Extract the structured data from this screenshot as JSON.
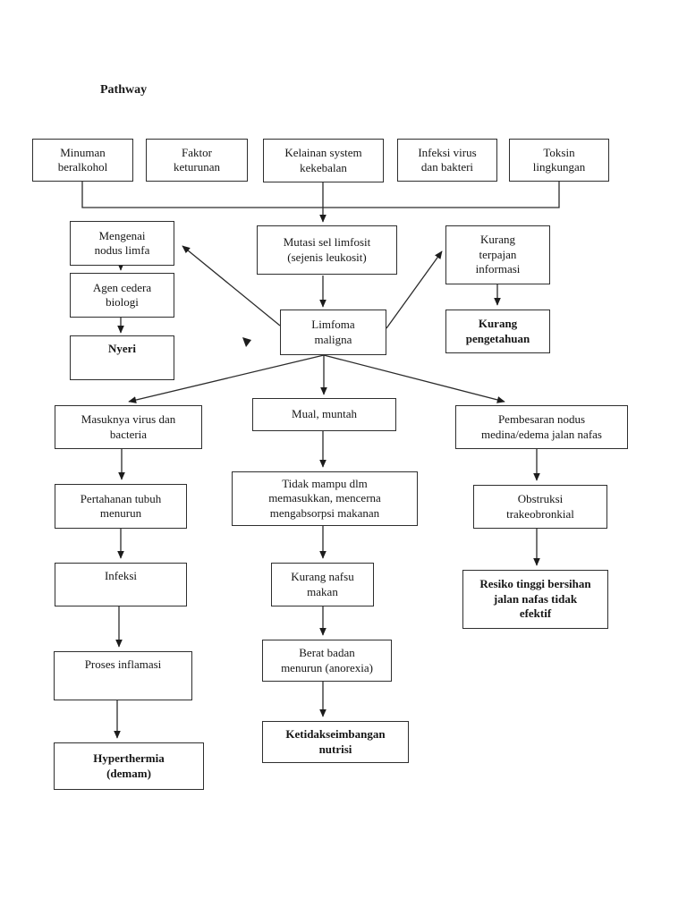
{
  "title": "Pathway",
  "diagram": {
    "nodes": {
      "minuman": {
        "label": "Minuman\nberalkohol"
      },
      "faktor": {
        "label": "Faktor\nketurunan"
      },
      "kelainan": {
        "label": "Kelainan system\nkekebalan"
      },
      "infeksi_virus": {
        "label": "Infeksi virus\ndan bakteri"
      },
      "toksin": {
        "label": "Toksin\nlingkungan"
      },
      "mengenai": {
        "label": "Mengenai\nnodus limfa"
      },
      "mutasi": {
        "label": "Mutasi sel limfosit\n(sejenis leukosit)"
      },
      "kurang_terpajan": {
        "label": "Kurang\nterpajan\ninformasi"
      },
      "agen": {
        "label": "Agen cedera\nbiologi"
      },
      "limfoma": {
        "label": "Limfoma\nmaligna"
      },
      "kurang_pengetahuan": {
        "label": "Kurang\npengetahuan"
      },
      "nyeri": {
        "label": "Nyeri"
      },
      "masuknya": {
        "label": "Masuknya virus dan\nbacteria"
      },
      "mual": {
        "label": "Mual, muntah"
      },
      "pembesaran": {
        "label": "Pembesaran nodus\nmedina/edema jalan nafas"
      },
      "pertahanan": {
        "label": "Pertahanan tubuh\nmenurun"
      },
      "tidak_mampu": {
        "label": "Tidak mampu dlm\nmemasukkan, mencerna\nmengabsorpsi makanan"
      },
      "obstruksi": {
        "label": "Obstruksi\ntrakeobronkial"
      },
      "infeksi": {
        "label": "Infeksi"
      },
      "kurang_nafsu": {
        "label": "Kurang nafsu\nmakan"
      },
      "resiko": {
        "label": "Resiko tinggi bersihan\njalan nafas tidak\nefektif"
      },
      "proses": {
        "label": "Proses inflamasi"
      },
      "berat": {
        "label": "Berat badan\nmenurun (anorexia)"
      },
      "hyperthermia": {
        "label": "Hyperthermia\n(demam)"
      },
      "ketidakseimbangan": {
        "label": "Ketidakseimbangan\nnutrisi"
      }
    },
    "edges": [
      "minuman+kelainan+toksin -> mutasi",
      "mutasi -> limfoma",
      "limfoma -> mengenai",
      "mengenai -> agen",
      "agen -> nyeri",
      "limfoma -> kurang_terpajan",
      "kurang_terpajan -> kurang_pengetahuan",
      "limfoma -> masuknya",
      "limfoma -> mual",
      "limfoma -> pembesaran",
      "masuknya -> pertahanan",
      "pertahanan -> infeksi",
      "infeksi -> proses",
      "proses -> hyperthermia",
      "mual -> tidak_mampu",
      "tidak_mampu -> kurang_nafsu",
      "kurang_nafsu -> berat",
      "berat -> ketidakseimbangan",
      "pembesaran -> obstruksi",
      "obstruksi -> resiko"
    ],
    "colors": {
      "line": "#2b2b2b",
      "text": "#161616",
      "background": "#ffffff"
    }
  }
}
